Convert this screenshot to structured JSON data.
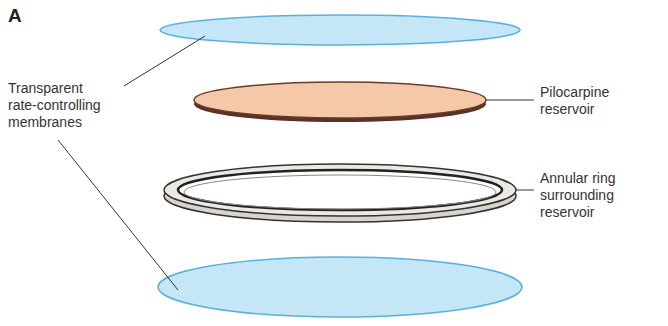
{
  "diagram": {
    "labels": [
      "A",
      "Transparent rate-controlling membranes",
      "Pilocarpine reservoir",
      "Annular ring surrounding reservoir"
    ]
  }
}
